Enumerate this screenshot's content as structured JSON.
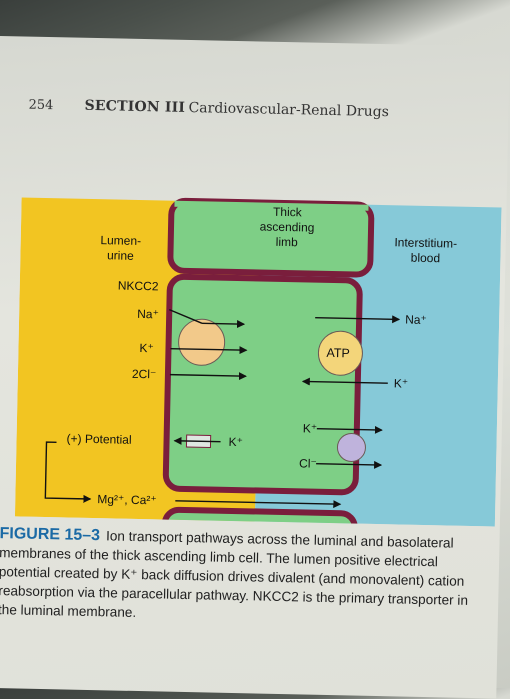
{
  "header": {
    "page_number": "254",
    "section_label": "SECTION III",
    "section_title": "Cardiovascular-Renal Drugs"
  },
  "figure": {
    "lumen_label_1": "Lumen-",
    "lumen_label_2": "urine",
    "limb_label_1": "Thick",
    "limb_label_2": "ascending",
    "limb_label_3": "limb",
    "interstitium_label_1": "Interstitium-",
    "interstitium_label_2": "blood",
    "nkcc2_label": "NKCC2",
    "na_in": "Na⁺",
    "k_in": "K⁺",
    "cl_in": "2Cl⁻",
    "atp_label": "ATP",
    "na_out": "Na⁺",
    "k_atp": "K⁺",
    "k_basolateral": "K⁺",
    "cl_basolateral": "Cl⁻",
    "potential_label": "(+) Potential",
    "k_back": "K⁺",
    "cations_label": "Mg²⁺, Ca²⁺",
    "colors": {
      "lumen": "#f2c522",
      "cell": "#7ecf86",
      "interstitium": "#86c9d8",
      "membrane": "#7a1e3c",
      "nkcc2_fill": "#f2c98a",
      "atp_fill": "#f3d57a",
      "cl_channel": "#bfb3dc"
    }
  },
  "caption": {
    "figure_label": "FIGURE 15–3",
    "text": "Ion transport pathways across the luminal and basolateral membranes of the thick ascending limb cell. The lumen positive electrical potential created by K⁺ back diffusion drives divalent (and monovalent) cation reabsorption via the paracellular pathway. NKCC2 is the primary transporter in the luminal membrane."
  }
}
